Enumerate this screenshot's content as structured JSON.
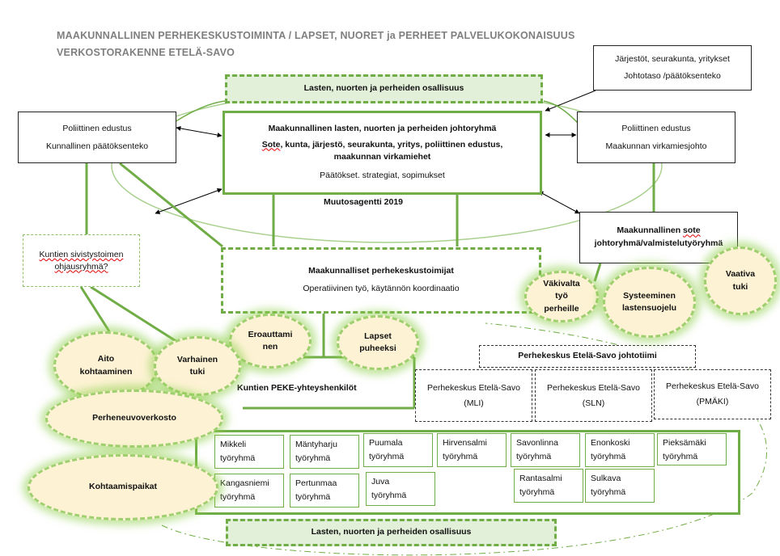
{
  "header": {
    "line1": "MAAKUNNALLINEN PERHEKESKUSTOIMINTA / LAPSET, NUORET ja PERHEET PALVELUKOKONAISUUS",
    "line2": "VERKOSTORAKENNE ETELÄ-SAVO"
  },
  "top_participation": "Lasten, nuorten ja perheiden osallisuus",
  "bottom_participation": "Lasten, nuorten ja perheiden osallisuus",
  "org_box": {
    "line1": "Järjestöt, seurakunta, yritykset",
    "line2": "Johtotaso /päätöksenteko"
  },
  "left_politics": {
    "line1": "Poliittinen edustus",
    "line2": "Kunnallinen päätöksenteko"
  },
  "right_politics": {
    "line1": "Poliittinen edustus",
    "line2": "Maakunnan virkamiesjohto"
  },
  "steering_group": {
    "title": "Maakunnallinen lasten, nuorten ja perheiden johtoryhmä",
    "members_1": "Sote",
    "members_2": ", kunta, järjestö, seurakunta, yritys, poliittinen edustus,",
    "members_3": "maakunnan virkamiehet",
    "decisions": "Päätökset. strategiat, sopimukset"
  },
  "change_agent": "Muutosagentti 2019",
  "sote_group": {
    "line1a": "Maakunnallinen ",
    "line1b": "sote",
    "line2": "johtoryhmä/valmistelutyöryhmä"
  },
  "municipal_steering": {
    "line1": "Kuntien sivistystoimen",
    "line2": "ohjausryhmä?"
  },
  "family_center_actors": {
    "title": "Maakunnalliset perhekeskustoimijat",
    "subtitle": "Operatiivinen työ, käytännön koordinaatio"
  },
  "ellipses": {
    "violence": [
      "Väkivalta",
      "työ",
      "perheille"
    ],
    "child_protection": [
      "Systeeminen",
      "lastensuojelu"
    ],
    "demanding_support": [
      "Vaativa",
      "tuki"
    ],
    "divorce": [
      "Eroauttami",
      "nen"
    ],
    "children_speak": [
      "Lapset",
      "puheeksi"
    ],
    "encounter": [
      "Aito",
      "kohtaaminen"
    ],
    "early_support": [
      "Varhainen",
      "tuki"
    ],
    "family_counseling": "Perheneuvoverkosto",
    "meeting_places": "Kohtaamispaikat"
  },
  "peke_contacts": "Kuntien PEKE-yhteyshenkilöt",
  "leadership_team": "Perhekeskus Etelä-Savo johtotiimi",
  "regional_centers": [
    {
      "name": "Perhekeskus Etelä-Savo",
      "code": "(MLI)"
    },
    {
      "name": "Perhekeskus Etelä-Savo",
      "code": "(SLN)"
    },
    {
      "name": "Perhekeskus Etelä-Savo",
      "code": "(PMÄKI)"
    }
  ],
  "workgroups": [
    {
      "town": "Mikkeli",
      "suffix": "työryhmä"
    },
    {
      "town": "Mäntyharju",
      "suffix": "työryhmä"
    },
    {
      "town": "Puumala",
      "suffix": "työryhmä"
    },
    {
      "town": "Hirvensalmi",
      "suffix": "työryhmä"
    },
    {
      "town": "Savonlinna",
      "suffix": "työryhmä"
    },
    {
      "town": "Enonkoski",
      "suffix": "työryhmä"
    },
    {
      "town": "Pieksämäki",
      "suffix": "työryhmä"
    },
    {
      "town": "Kangasniemi",
      "suffix": "työryhmä"
    },
    {
      "town": "Pertunmaa",
      "suffix": "työryhmä"
    },
    {
      "town": "Juva",
      "suffix": "työryhmä"
    },
    {
      "town": "Rantasalmi",
      "suffix": "työryhmä"
    },
    {
      "town": "Sulkava",
      "suffix": "työryhmä"
    }
  ],
  "colors": {
    "green": "#70ad47",
    "light_green": "#e2efd9",
    "ellipse_fill": "#fdf3d4",
    "title_gray": "#7f7f7f"
  }
}
